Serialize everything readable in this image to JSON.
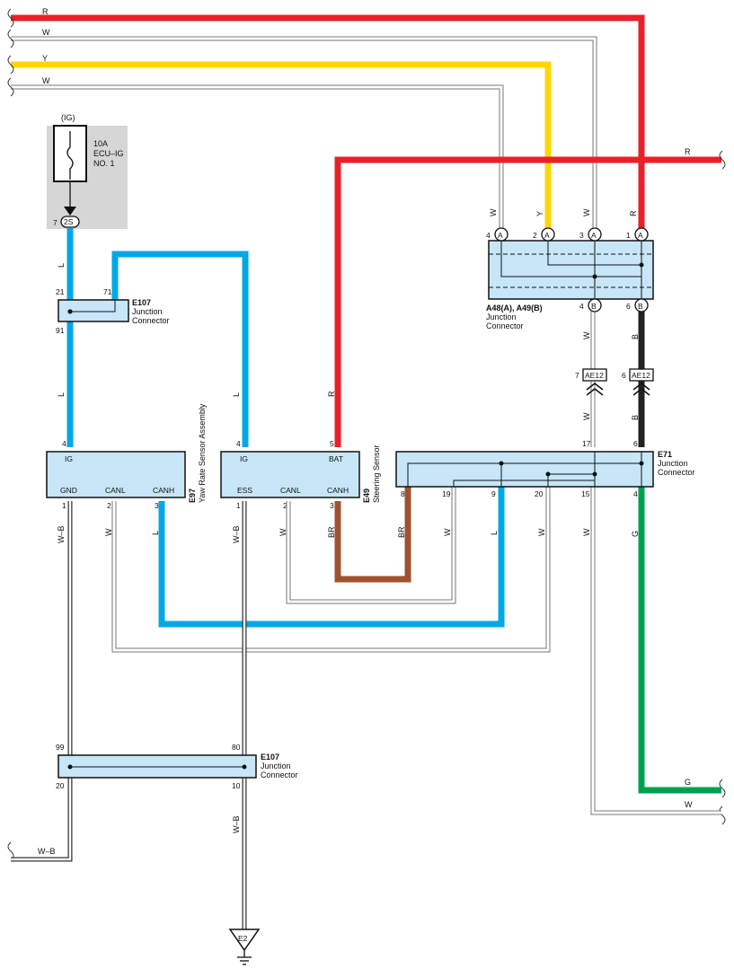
{
  "colors": {
    "red": "#e8202a",
    "yellow": "#ffd700",
    "blue": "#00a8e8",
    "brown": "#a0522d",
    "green": "#00a050",
    "black": "#222222",
    "white_wire_edge": "#777777",
    "box_fill": "#c7e6f7",
    "fuse_bg": "#d6d6d6"
  },
  "wires_left": [
    {
      "code": "R"
    },
    {
      "code": "W"
    },
    {
      "code": "Y"
    },
    {
      "code": "W"
    }
  ],
  "fuse": {
    "group": "(IG)",
    "rating": "10A",
    "name_line1": "ECU–IG",
    "name_line2": "NO. 1",
    "pin": "7",
    "connector": "2S"
  },
  "wire_codes": {
    "L": "L",
    "W": "W",
    "Y": "Y",
    "R": "R",
    "B": "B",
    "BR": "BR",
    "G": "G",
    "WB": "W–B"
  },
  "jc_a48": {
    "title": "A48(A), A49(B)",
    "sub1": "Junction",
    "sub2": "Connector",
    "top_pins": [
      "4",
      "2",
      "3",
      "1"
    ],
    "top_letters": [
      "A",
      "A",
      "A",
      "A"
    ],
    "bottom_pins": [
      "4",
      "6"
    ],
    "bottom_letters": [
      "B",
      "B"
    ]
  },
  "ae12": {
    "label": "AE12",
    "pin_left": "7",
    "pin_right": "6"
  },
  "e107_top": {
    "id": "E107",
    "sub1": "Junction",
    "sub2": "Connector",
    "pin_a": "21",
    "pin_b": "71",
    "pin_c": "91"
  },
  "e107_bottom": {
    "id": "E107",
    "sub1": "Junction",
    "sub2": "Connector",
    "pin_a": "99",
    "pin_b": "80",
    "pin_c": "20",
    "pin_d": "10"
  },
  "e97": {
    "id": "E97",
    "name": "Yaw Rate Sensor Assembly",
    "pin_ig": "4",
    "ig": "IG",
    "gnd": "GND",
    "canl": "CANL",
    "canh": "CANH",
    "p1": "1",
    "p2": "2",
    "p3": "3"
  },
  "e49": {
    "id": "E49",
    "name": "Steering Sensor",
    "pin_ig": "4",
    "pin_bat": "5",
    "ig": "IG",
    "bat": "BAT",
    "ess": "ESS",
    "canl": "CANL",
    "canh": "CANH",
    "p1": "1",
    "p2": "2",
    "p3": "3"
  },
  "e71": {
    "id": "E71",
    "sub1": "Junction",
    "sub2": "Connector",
    "p17": "17",
    "p6": "6",
    "p8": "8",
    "p19": "19",
    "p9": "9",
    "p20": "20",
    "p15": "15",
    "p4": "4"
  },
  "ground": {
    "label": "E2"
  }
}
